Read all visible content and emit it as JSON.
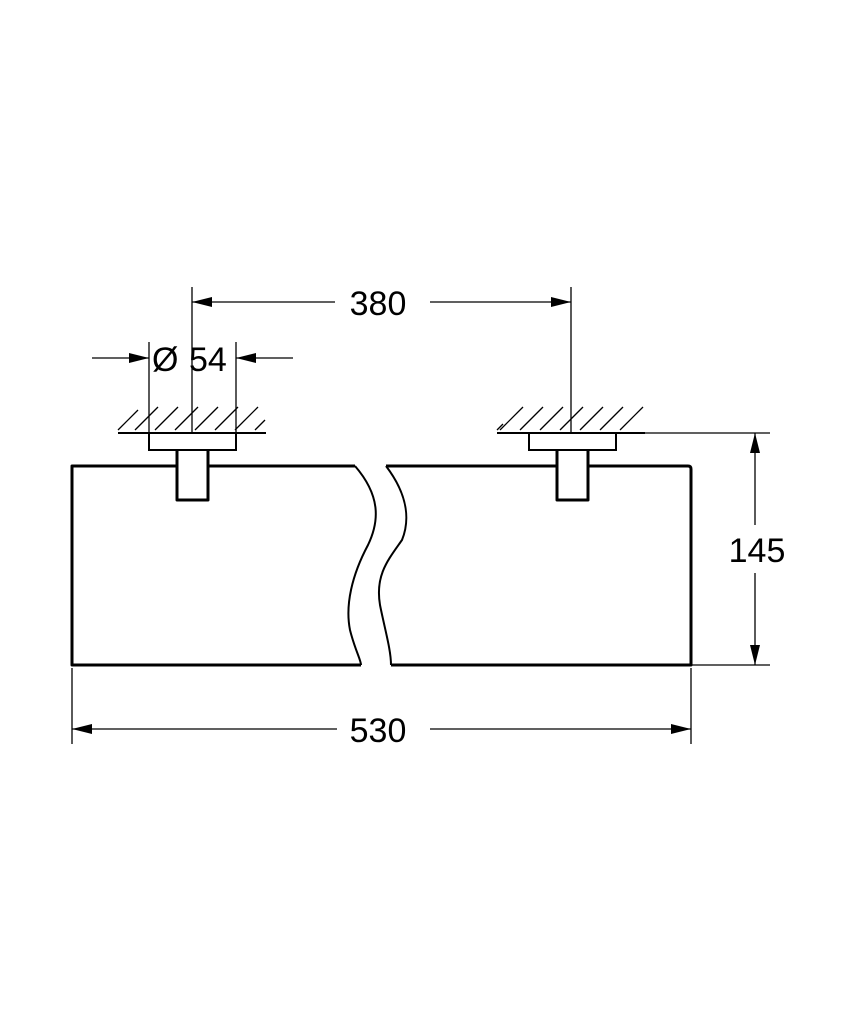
{
  "drawing": {
    "type": "technical-dimension-drawing",
    "subject": "wall-mounted shelf with two round mounting brackets",
    "line_color": "#000000",
    "background": "#ffffff"
  },
  "dimensions": {
    "bracket_spacing": {
      "value": "380",
      "orientation": "horizontal"
    },
    "bracket_diameter": {
      "symbol": "Ø",
      "value": "54",
      "orientation": "horizontal"
    },
    "overall_width": {
      "value": "530",
      "orientation": "horizontal"
    },
    "overall_depth": {
      "value": "145",
      "orientation": "vertical"
    }
  }
}
